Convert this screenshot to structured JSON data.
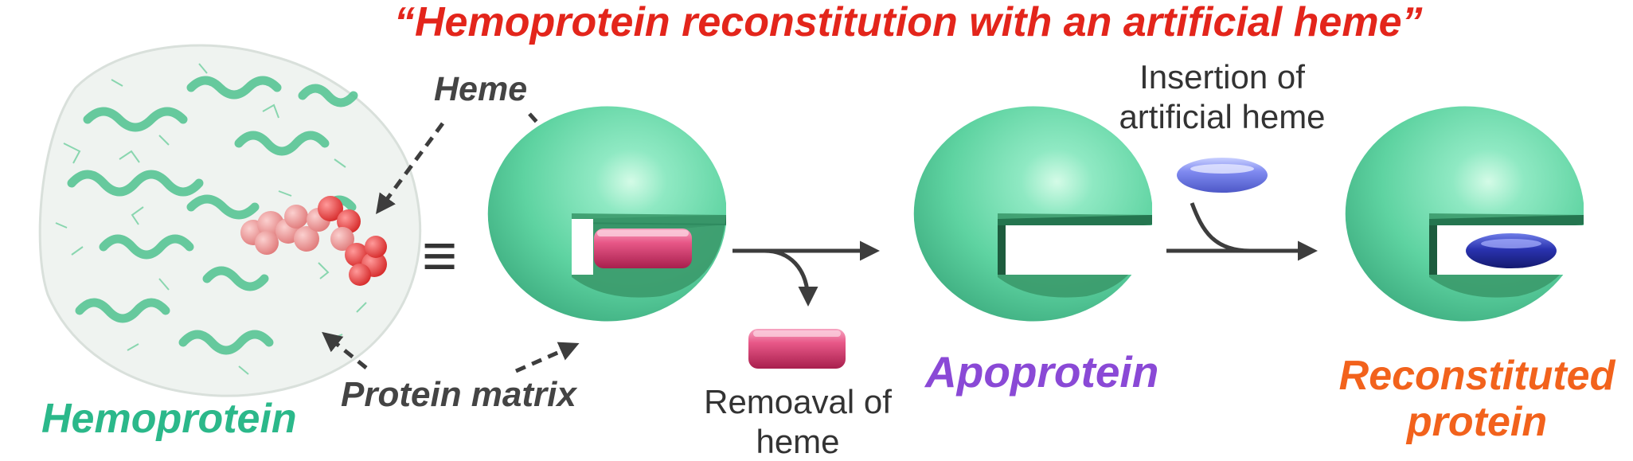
{
  "title": "“Hemoprotein reconstitution with an artificial heme”",
  "labels": {
    "heme": "Heme",
    "protein_matrix": "Protein matrix",
    "hemoprotein": "Hemoprotein",
    "apoprotein": "Apoprotein",
    "reconstituted_line1": "Reconstituted",
    "reconstituted_line2": "protein",
    "removal_line1": "Remoaval of",
    "removal_line2": "heme",
    "insertion_line1": "Insertion of",
    "insertion_line2": "artificial heme",
    "equivalence": "≡"
  },
  "colors": {
    "title": "#e3251b",
    "protein_green": "#5fd6a4",
    "heme_pink": "#e04a7b",
    "artificial_heme": "#7a86ef",
    "apoprotein_label": "#8a49d6",
    "reconstituted_label": "#f2621c",
    "hemoprotein_label": "#2bb88a"
  }
}
